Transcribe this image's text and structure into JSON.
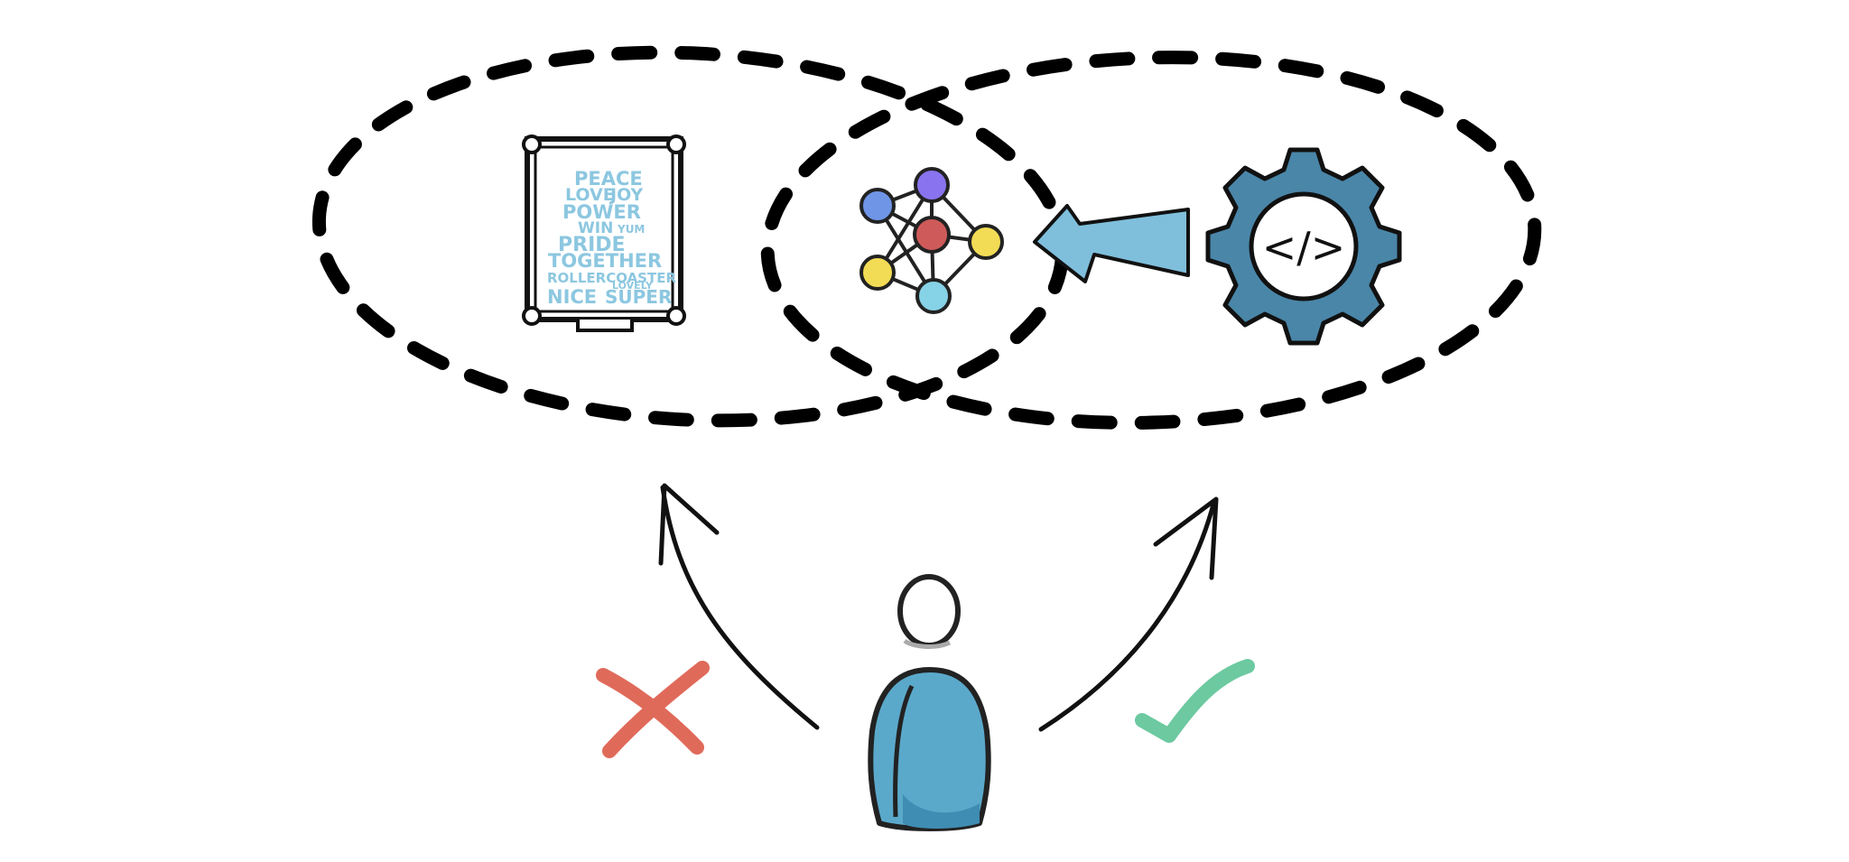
{
  "colors": {
    "ink": "#111111",
    "ellipse_stroke": "#000000",
    "wordcloud_text": "#8cc7e0",
    "arrow_fill": "#7fbfdc",
    "gear_fill": "#4a86a8",
    "node_blue": "#6f95e6",
    "node_purple": "#8a73ee",
    "node_red": "#cf5a5a",
    "node_yellow": "#f2dc55",
    "node_cyan": "#86d2e6",
    "person_body": "#5aa9cb",
    "cross_red": "#e06a5a",
    "check_green": "#6cc9a0"
  },
  "icons": {
    "wordcloud_frame": "framed-word-cloud-icon",
    "neural_network": "neural-network-icon",
    "code_gear": "code-gear-icon",
    "person": "person-icon",
    "cross": "cross-mark-icon",
    "check": "check-mark-icon"
  },
  "wordcloud": {
    "words": [
      "PEACE",
      "LOVE",
      "JOY",
      "POWER",
      "WIN",
      "YUM",
      "PRIDE",
      "TOGETHER",
      "ROLLERCOASTER",
      "NICE",
      "LOVELY",
      "SUPER"
    ]
  },
  "code_symbol": "</>"
}
